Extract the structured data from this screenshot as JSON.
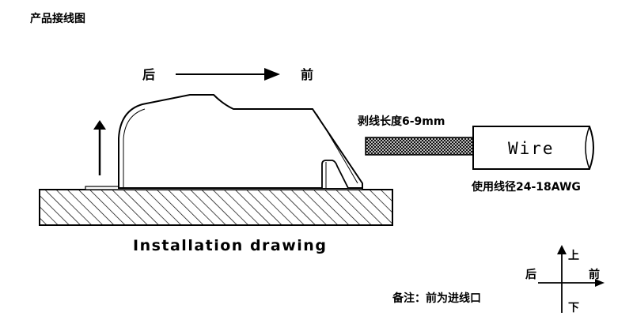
{
  "title": "产品接线图",
  "direction": {
    "back": "后",
    "front": "前"
  },
  "strip_length": "剥线长度6-9mm",
  "wire_label": "Wire",
  "wire_gauge": "使用线径24-18AWG",
  "caption": "Installation drawing",
  "note": "备注：前为进线口",
  "axes": {
    "up": "上",
    "down": "下",
    "back": "后",
    "front": "前"
  }
}
